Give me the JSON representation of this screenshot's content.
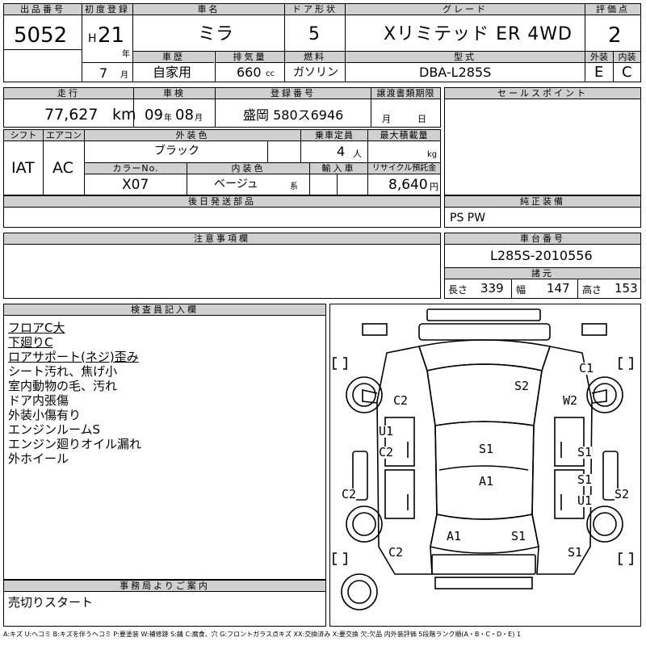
{
  "headers": {
    "lot_no": "出品番号",
    "first_reg": "初度登録",
    "car_name": "車名",
    "door": "ドア形状",
    "grade": "グレード",
    "score": "評価点",
    "history": "車歴",
    "displacement": "排気量",
    "fuel": "燃料",
    "model_code": "型式",
    "exterior": "外装",
    "interior": "内装",
    "mileage": "走行",
    "inspection": "車検",
    "reg_no": "登録番号",
    "transfer_doc": "譲渡書類期限",
    "sales_point": "セールスポイント",
    "shift": "シフト",
    "aircon": "エアコン",
    "ext_color": "外装色",
    "capacity": "乗車定員",
    "max_load": "最大積載量",
    "color_no": "カラーNo.",
    "int_color": "内装色",
    "import": "輸入車",
    "recycle": "リサイクル預託金",
    "later_parts": "後日発送部品",
    "genuine": "純正装備",
    "notes": "注意事項欄",
    "chassis": "車台番号",
    "dims": "諸元",
    "inspector": "検査員記入欄",
    "office": "事務局よりご案内"
  },
  "lot": "5052",
  "first_reg": {
    "era": "H",
    "year": "21",
    "year_unit": "年",
    "month": "7",
    "month_unit": "月"
  },
  "car_name": "ミラ",
  "doors": "5",
  "grade": "Xリミテッド ER 4WD",
  "score": "2",
  "history": "自家用",
  "displacement": "660",
  "displacement_unit": "cc",
  "fuel": "ガソリン",
  "model_code": "DBA-L285S",
  "ext_score": "E",
  "int_score": "C",
  "mileage": "77,627",
  "mileage_unit": "km",
  "inspection": {
    "year": "09",
    "year_unit": "年",
    "month": "08",
    "month_unit": "月"
  },
  "reg_no": "盛岡 580ス6946",
  "transfer": {
    "month_unit": "月",
    "day_unit": "日"
  },
  "shift": "IAT",
  "aircon": "AC",
  "ext_color": "ブラック",
  "capacity": "4",
  "capacity_unit": "人",
  "load_unit": "kg",
  "color_no": "X07",
  "int_color": "ベージュ",
  "int_color_unit": "系",
  "recycle_fee": "8,640",
  "recycle_unit": "円",
  "genuine_equipment": "PS PW",
  "chassis_no": "L285S-2010556",
  "dims": {
    "length_label": "長さ",
    "length": "339",
    "width_label": "幅",
    "width": "147",
    "height_label": "高さ",
    "height": "153"
  },
  "inspector_notes": [
    {
      "text": "フロアC大",
      "underline": true
    },
    {
      "text": "下廻りC",
      "underline": true
    },
    {
      "text": "ロアサポート(ネジ)歪み",
      "underline": true
    },
    {
      "text": "シート汚れ、焦げ小",
      "underline": false
    },
    {
      "text": "室内動物の毛、汚れ",
      "underline": false
    },
    {
      "text": "ドア内張傷",
      "underline": false
    },
    {
      "text": "外装小傷有り",
      "underline": false
    },
    {
      "text": "エンジンルームS",
      "underline": false
    },
    {
      "text": "エンジン廻りオイル漏れ",
      "underline": false
    },
    {
      "text": "外ホイール",
      "underline": false
    }
  ],
  "office_note": "売切りスタート",
  "damage_marks": [
    "C1",
    "S2",
    "C2",
    "W2",
    "U1",
    "C2",
    "S1",
    "S1",
    "A1",
    "C2",
    "S1",
    "U1",
    "S2",
    "A1",
    "S1",
    "C2",
    "S1"
  ],
  "legend": "A:キズ U:ヘコミ B:キズを伴うヘコミ P:要塗装 W:補修跡 S:錆 C:腐食、穴 G:フロントガラス点キズ XX:交換済み X:要交換 欠:欠品 内外装評価 5段階ランク順(A・B・C・D・E) 1"
}
